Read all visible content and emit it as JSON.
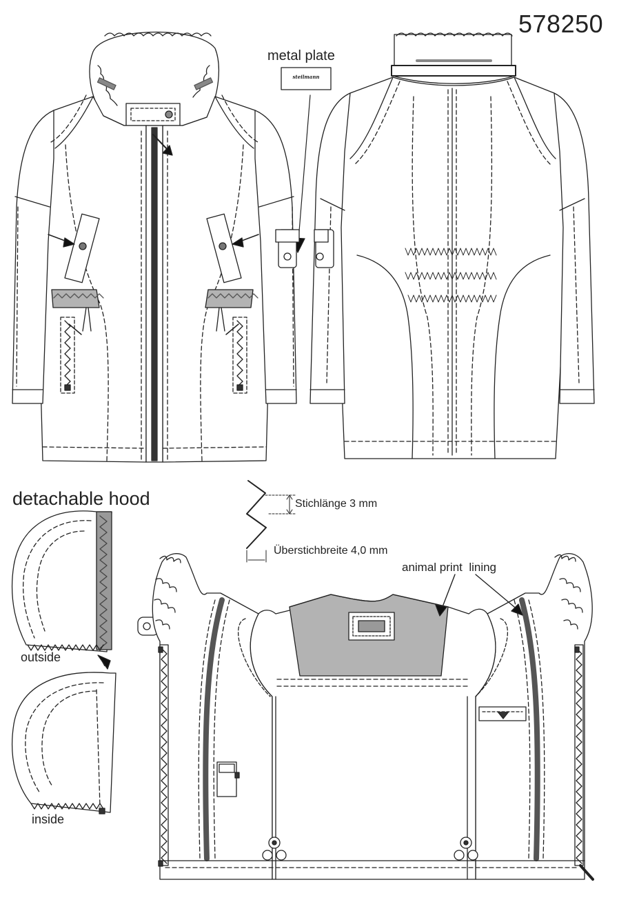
{
  "style_number": "578250",
  "labels": {
    "metal_plate": "metal plate",
    "plate_brand": "steilmann",
    "detachable_hood": "detachable hood",
    "outside": "outside",
    "inside": "inside",
    "stitch_length": "Stichlänge 3 mm",
    "zigzag_width": "Überstichbreite 4,0 mm",
    "animal_print_lining": "animal print  lining"
  },
  "colors": {
    "line": "#222222",
    "fill_grey": "#b3b3b3",
    "zipper": "#555555",
    "background": "#ffffff"
  }
}
